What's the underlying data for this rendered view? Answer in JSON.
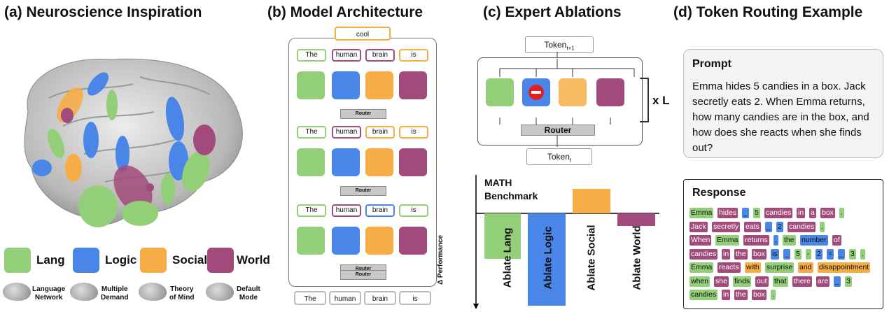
{
  "titles": {
    "a": "(a) Neuroscience Inspiration",
    "b": "(b) Model Architecture",
    "c": "(c) Expert Ablations",
    "d": "(d) Token Routing Example"
  },
  "colors": {
    "lang": "#93cf78",
    "logic": "#4a86e8",
    "social": "#f6ad45",
    "world": "#a24a7b"
  },
  "legend": {
    "experts": [
      "Lang",
      "Logic",
      "Social",
      "World"
    ],
    "networks": [
      "Language\nNetwork",
      "Multiple\nDemand",
      "Theory\nof Mind",
      "Default\nMode"
    ]
  },
  "arch": {
    "output": "cool",
    "inputs": [
      "The",
      "human",
      "brain",
      "is"
    ],
    "router": "Router"
  },
  "ablation": {
    "token_next": "Token",
    "token_next_sub": "t+1",
    "token_in": "Token",
    "token_in_sub": "t",
    "router": "Router",
    "layers": "x L",
    "bench_title": "MATH\nBenchmark",
    "yaxis": "Δ Performance",
    "bars": [
      "Ablate Lang",
      "Ablate Logic",
      "Ablate Social",
      "Ablate World"
    ]
  },
  "prompt": {
    "heading": "Prompt",
    "text": "Emma hides 5 candies in a box. Jack secretly eats 2. When Emma returns, how many candies are in the box, and how does she reacts when she finds out?"
  },
  "response": {
    "heading": "Response",
    "tokens": [
      [
        [
          "Emma",
          "lang"
        ],
        [
          "hides",
          "world"
        ],
        [
          "_",
          "logic"
        ],
        [
          "5",
          "lang"
        ],
        [
          "candies",
          "world"
        ],
        [
          "in",
          "world"
        ],
        [
          "a",
          "world"
        ],
        [
          "box",
          "world"
        ],
        [
          ".",
          "lang"
        ]
      ],
      [
        [
          "Jack",
          "world"
        ],
        [
          "secretly",
          "world"
        ],
        [
          "eats",
          "world"
        ],
        [
          "_",
          "logic"
        ],
        [
          "2",
          "logic"
        ],
        [
          "candies",
          "world"
        ],
        [
          ".",
          "lang"
        ]
      ],
      [
        [
          "When",
          "world"
        ],
        [
          "Emma",
          "lang"
        ],
        [
          "returns",
          "world"
        ],
        [
          ",",
          "logic"
        ],
        [
          "the",
          "lang"
        ],
        [
          "number",
          "logic"
        ],
        [
          "of",
          "world"
        ]
      ],
      [
        [
          "candies",
          "world"
        ],
        [
          "in",
          "world"
        ],
        [
          "the",
          "world"
        ],
        [
          "box",
          "world"
        ],
        [
          "is",
          "logic"
        ],
        [
          "_",
          "logic"
        ],
        [
          "5",
          "lang"
        ],
        [
          "-",
          "lang"
        ],
        [
          "2",
          "logic"
        ],
        [
          "=",
          "logic"
        ],
        [
          "_",
          "logic"
        ],
        [
          "3",
          "lang"
        ],
        [
          ".",
          "lang"
        ]
      ],
      [
        [
          "Emma",
          "lang"
        ],
        [
          "reacts",
          "world"
        ],
        [
          "with",
          "social"
        ],
        [
          "surprise",
          "lang"
        ],
        [
          "and",
          "social"
        ],
        [
          "disappointment",
          "social"
        ]
      ],
      [
        [
          "when",
          "lang"
        ],
        [
          "she",
          "world"
        ],
        [
          "finds",
          "lang"
        ],
        [
          "out",
          "world"
        ],
        [
          "that",
          "lang"
        ],
        [
          "there",
          "world"
        ],
        [
          "are",
          "world"
        ],
        [
          "_",
          "logic"
        ],
        [
          "3",
          "lang"
        ]
      ],
      [
        [
          "candies",
          "lang"
        ],
        [
          "in",
          "world"
        ],
        [
          "the",
          "world"
        ],
        [
          "box",
          "world"
        ],
        [
          ".",
          "lang"
        ]
      ]
    ]
  }
}
